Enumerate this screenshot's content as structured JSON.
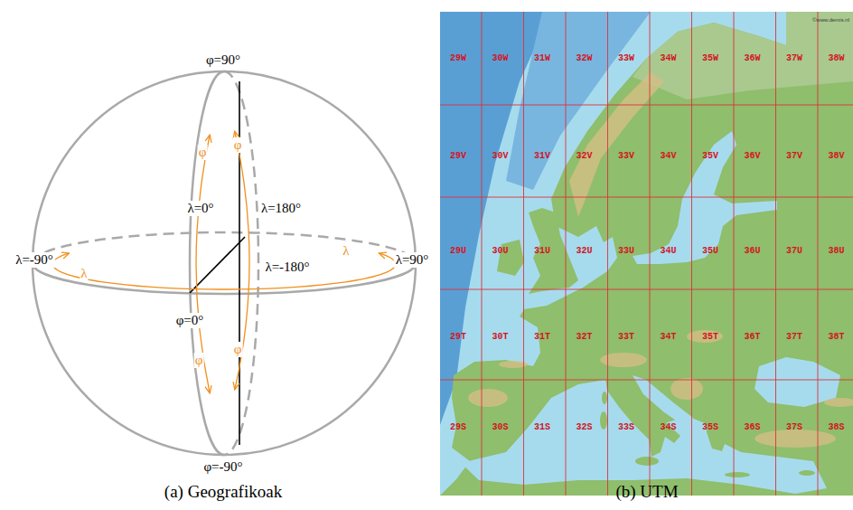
{
  "diagram": {
    "labels": [
      "φ=90°",
      "λ=0°",
      "λ=180°",
      "λ=-90°",
      "λ=-180°",
      "λ=90°",
      "φ=0°",
      "φ=-90°",
      "φ",
      "φ",
      "φ",
      "φ",
      "λ",
      "λ",
      "(a) Geografikoak",
      "29W",
      "30W",
      "31W",
      "32W",
      "33W",
      "34W",
      "35W",
      "36W",
      "37W",
      "38W",
      "29V",
      "30V",
      "31V",
      "32V",
      "33V",
      "34V",
      "35V",
      "36V",
      "37V",
      "38V",
      "29U",
      "30U",
      "31U",
      "32U",
      "33U",
      "34U",
      "35U",
      "36U",
      "37U",
      "38U",
      "29T",
      "30T",
      "31T",
      "32T",
      "33T",
      "34T",
      "35T",
      "36T",
      "37T",
      "38T",
      "29S",
      "30S",
      "31S",
      "32S",
      "33S",
      "34S",
      "35S",
      "36S",
      "37S",
      "38S",
      "©www.demis.nl",
      "(b) UTM"
    ]
  }
}
